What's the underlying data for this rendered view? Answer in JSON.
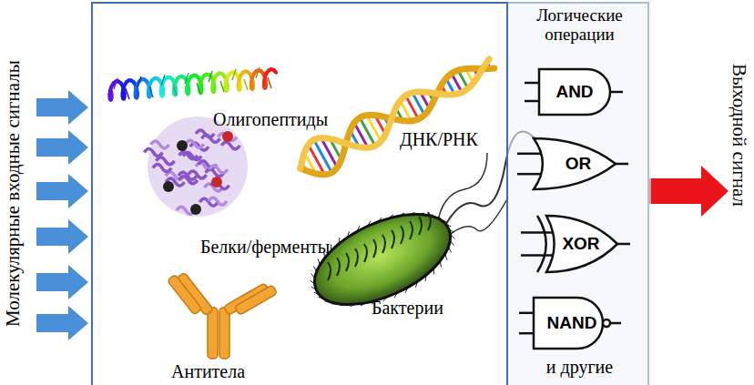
{
  "diagram": {
    "nodes": [
      {
        "text": [
          "Олигопептиды",
          "ДНК/РНК",
          "Белки/ферменты",
          "Бактерии",
          "Антитела"
        ]
      },
      {
        "text": [
          "Логические операции",
          "и другие"
        ],
        "in": 0
      },
      {
        "text": [
          "AND"
        ],
        "in": 1
      },
      {
        "text": [
          "OR"
        ],
        "in": 1
      },
      {
        "text": [
          "XOR"
        ],
        "in": 1
      },
      {
        "text": [
          "NAND"
        ],
        "in": 1
      }
    ],
    "labels": [
      "Молекулярные входные сигналы",
      "Выходной сигнал"
    ]
  }
}
